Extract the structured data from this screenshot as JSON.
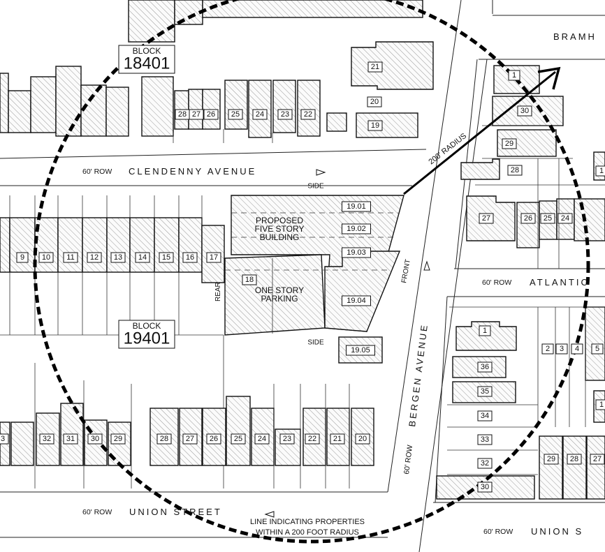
{
  "streets": {
    "clendenny": {
      "row": "60' ROW",
      "name": "CLENDENNY AVENUE"
    },
    "atlantic": {
      "row": "60' ROW",
      "name": "ATLANTIC"
    },
    "union_left": {
      "row": "60' ROW",
      "name": "UNION STREET"
    },
    "union_right": {
      "row": "60' ROW",
      "name": "UNION S"
    },
    "bergen": {
      "row": "60' ROW",
      "name": "BERGEN AVENUE"
    },
    "bramhall": {
      "name": "BRAMH"
    }
  },
  "blocks": {
    "b18401": {
      "label": "BLOCK",
      "number": "18401"
    },
    "b19401": {
      "label": "BLOCK",
      "number": "19401"
    }
  },
  "site": {
    "proposed": [
      "PROPOSED",
      "FIVE STORY",
      "BUILDING"
    ],
    "parking": [
      "ONE STORY",
      "PARKING"
    ],
    "side_top": "SIDE",
    "side_bottom": "SIDE",
    "front": "FRONT",
    "rear": "REAR",
    "lots": [
      "19.01",
      "19.02",
      "19.03",
      "19.04",
      "19.05",
      "18"
    ]
  },
  "radius": {
    "label": "200' RADIUS",
    "legend_line1": "LINE INDICATING PROPERTIES",
    "legend_line2": "WITHIN A 200 FOOT RADIUS"
  },
  "lots_top_row": [
    "28",
    "27",
    "26",
    "25",
    "24",
    "23",
    "22",
    "21",
    "20",
    "19"
  ],
  "lots_mid_row": [
    "9",
    "10",
    "11",
    "12",
    "13",
    "14",
    "15",
    "16",
    "17"
  ],
  "lots_bottom_row": [
    "32",
    "31",
    "30",
    "29",
    "28",
    "27",
    "26",
    "25",
    "24",
    "23",
    "22",
    "21",
    "20"
  ],
  "lots_ne": [
    "1",
    "30",
    "29",
    "28",
    "27",
    "26",
    "25",
    "24"
  ],
  "lots_se": [
    "1",
    "2",
    "3",
    "4",
    "5",
    "36",
    "35",
    "34",
    "33",
    "32",
    "29",
    "28",
    "27",
    "30"
  ],
  "edge_labels": [
    "1",
    "1",
    "3"
  ]
}
